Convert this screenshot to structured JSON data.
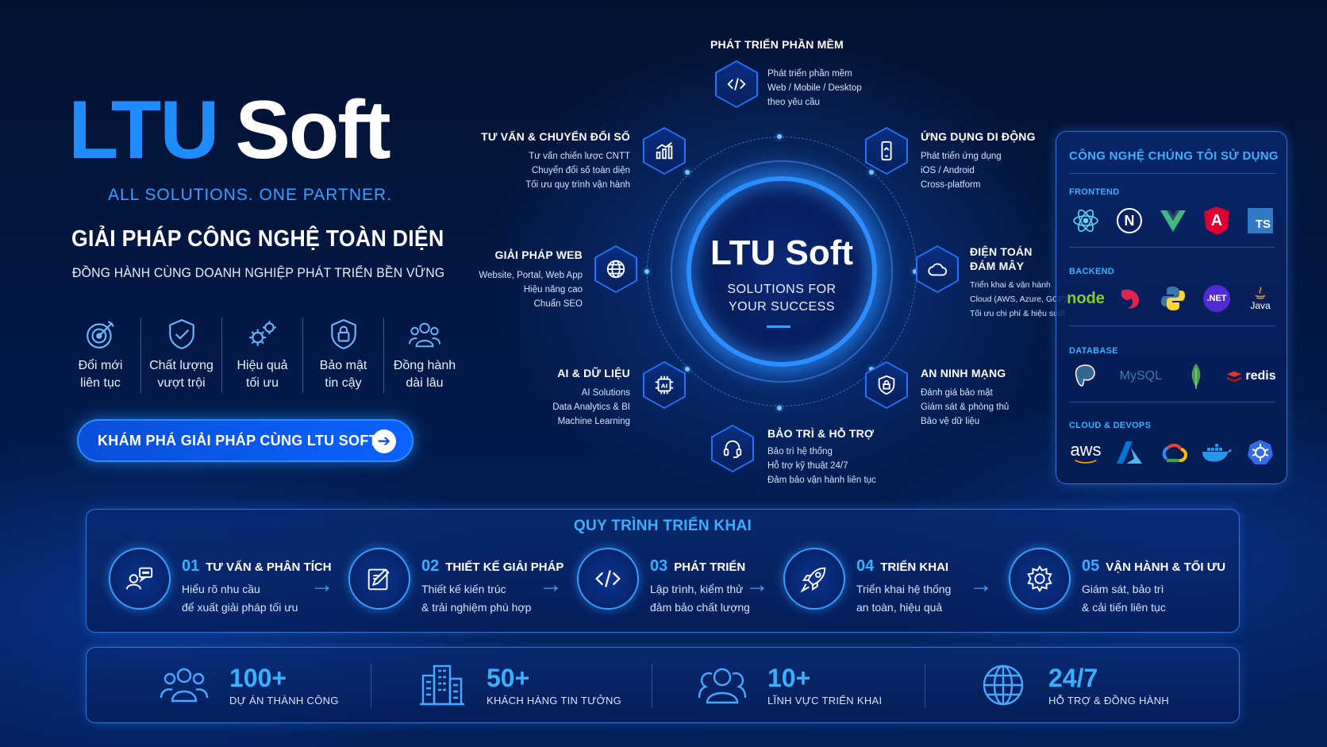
{
  "brand": {
    "part1": "LTU",
    "part2": "Soft",
    "tagline": "ALL SOLUTIONS. ONE PARTNER."
  },
  "headline": "GIẢI PHÁP CÔNG NGHỆ TOÀN DIỆN",
  "subheadline": "ĐỒNG HÀNH CÙNG DOANH NGHIỆP PHÁT TRIỂN BỀN VỮNG",
  "values": [
    {
      "label": "Đổi mới\nliên tục",
      "icon": "target-icon"
    },
    {
      "label": "Chất lượng\nvượt trội",
      "icon": "shield-check-icon"
    },
    {
      "label": "Hiệu quả\ntối ưu",
      "icon": "gears-icon"
    },
    {
      "label": "Bảo mật\ntin cậy",
      "icon": "lock-shield-icon"
    },
    {
      "label": "Đồng hành\ndài lâu",
      "icon": "team-icon"
    }
  ],
  "cta": {
    "label": "KHÁM PHÁ GIẢI PHÁP CÙNG LTU SOFT",
    "icon": "arrow-right-icon"
  },
  "hub": {
    "title": "LTU Soft",
    "subtitle_line1": "SOLUTIONS FOR",
    "subtitle_line2": "YOUR SUCCESS"
  },
  "services": {
    "software": {
      "title": "PHÁT TRIỂN PHẦN MỀM",
      "lines": [
        "Phát triển phần mềm",
        "Web / Mobile / Desktop",
        "theo yêu cầu"
      ]
    },
    "consulting": {
      "title": "TƯ VẤN & CHUYỂN ĐỔI SỐ",
      "lines": [
        "Tư vấn chiến lược CNTT",
        "Chuyển đổi số toàn diện",
        "Tối ưu quy trình vận hành"
      ]
    },
    "mobile": {
      "title": "ỨNG DỤNG DI ĐỘNG",
      "lines": [
        "Phát triển ứng dụng",
        "iOS / Android",
        "Cross-platform"
      ]
    },
    "web": {
      "title": "GIẢI PHÁP WEB",
      "lines": [
        "Website, Portal, Web App",
        "Hiệu năng cao",
        "Chuẩn SEO"
      ]
    },
    "cloud": {
      "title_line1": "ĐIỆN TOÁN",
      "title_line2": "ĐÁM MÂY",
      "lines": [
        "Triển khai & vận hành",
        "Cloud (AWS, Azure, GCP)",
        "Tối ưu chi phí & hiệu suất"
      ]
    },
    "ai": {
      "title": "AI & DỮ LIỆU",
      "lines": [
        "AI Solutions",
        "Data Analytics & BI",
        "Machine Learning"
      ]
    },
    "security": {
      "title": "AN NINH MẠNG",
      "lines": [
        "Đánh giá bảo mật",
        "Giám sát & phòng thủ",
        "Bảo vệ dữ liệu"
      ]
    },
    "maintenance": {
      "title": "BẢO TRÌ & HỖ TRỢ",
      "lines": [
        "Bảo trì hệ thống",
        "Hỗ trợ kỹ thuật 24/7",
        "Đảm bảo vận hành liên tục"
      ]
    }
  },
  "tech": {
    "title": "CÔNG NGHỆ CHÚNG TÔI SỬ DỤNG",
    "frontend": {
      "label": "FRONTEND",
      "items": [
        "react-logo",
        "nextjs-logo",
        "vue-logo",
        "angular-logo",
        "typescript-logo"
      ],
      "ts_text": "TS",
      "next_text": "N",
      "angular_text": "A"
    },
    "backend": {
      "label": "BACKEND",
      "items": [
        "nodejs-logo",
        "nestjs-logo",
        "python-logo",
        "dotnet-logo",
        "java-logo"
      ],
      "node_text": "node",
      "dotnet_text": ".NET",
      "java_text": "Java"
    },
    "database": {
      "label": "DATABASE",
      "items": [
        "postgresql-logo",
        "mysql-logo",
        "mongodb-logo",
        "redis-logo"
      ],
      "mysql_text": "MySQL",
      "redis_text": "redis"
    },
    "cloud": {
      "label": "CLOUD & DEVOPS",
      "items": [
        "aws-logo",
        "azure-logo",
        "gcp-logo",
        "docker-logo",
        "kubernetes-logo"
      ],
      "aws_text": "aws"
    }
  },
  "process": {
    "title": "QUY TRÌNH TRIỂN KHAI",
    "steps": [
      {
        "num": "01",
        "title": "TƯ VẤN & PHÂN TÍCH",
        "line1": "Hiểu rõ nhu cầu",
        "line2": "để xuất giải pháp tối ưu",
        "icon": "consult-icon"
      },
      {
        "num": "02",
        "title": "THIẾT KẾ GIẢI PHÁP",
        "line1": "Thiết kế kiến trúc",
        "line2": "& trải nghiệm phù hợp",
        "icon": "design-icon"
      },
      {
        "num": "03",
        "title": "PHÁT TRIỂN",
        "line1": "Lập trình, kiểm thử",
        "line2": "đảm bảo chất lượng",
        "icon": "code-icon"
      },
      {
        "num": "04",
        "title": "TRIỂN KHAI",
        "line1": "Triển khai hệ thống",
        "line2": "an toàn, hiệu quả",
        "icon": "rocket-icon"
      },
      {
        "num": "05",
        "title": "VẬN HÀNH & TỐI ƯU",
        "line1": "Giám sát, bảo trì",
        "line2": "& cải tiến liên tục",
        "icon": "gear-icon"
      }
    ]
  },
  "stats": [
    {
      "value": "100+",
      "label": "DỰ ÁN THÀNH CÔNG",
      "icon": "people-icon"
    },
    {
      "value": "50+",
      "label": "KHÁCH HÀNG TIN TƯỞNG",
      "icon": "building-icon"
    },
    {
      "value": "10+",
      "label": "LĨNH VỰC TRIỂN KHAI",
      "icon": "group-icon"
    },
    {
      "value": "24/7",
      "label": "HỖ TRỢ & ĐỒNG HÀNH",
      "icon": "globe-icon"
    }
  ],
  "colors": {
    "accent": "#3ab0ff",
    "brand_blue": "#1e8bff",
    "bg": "#041232"
  }
}
